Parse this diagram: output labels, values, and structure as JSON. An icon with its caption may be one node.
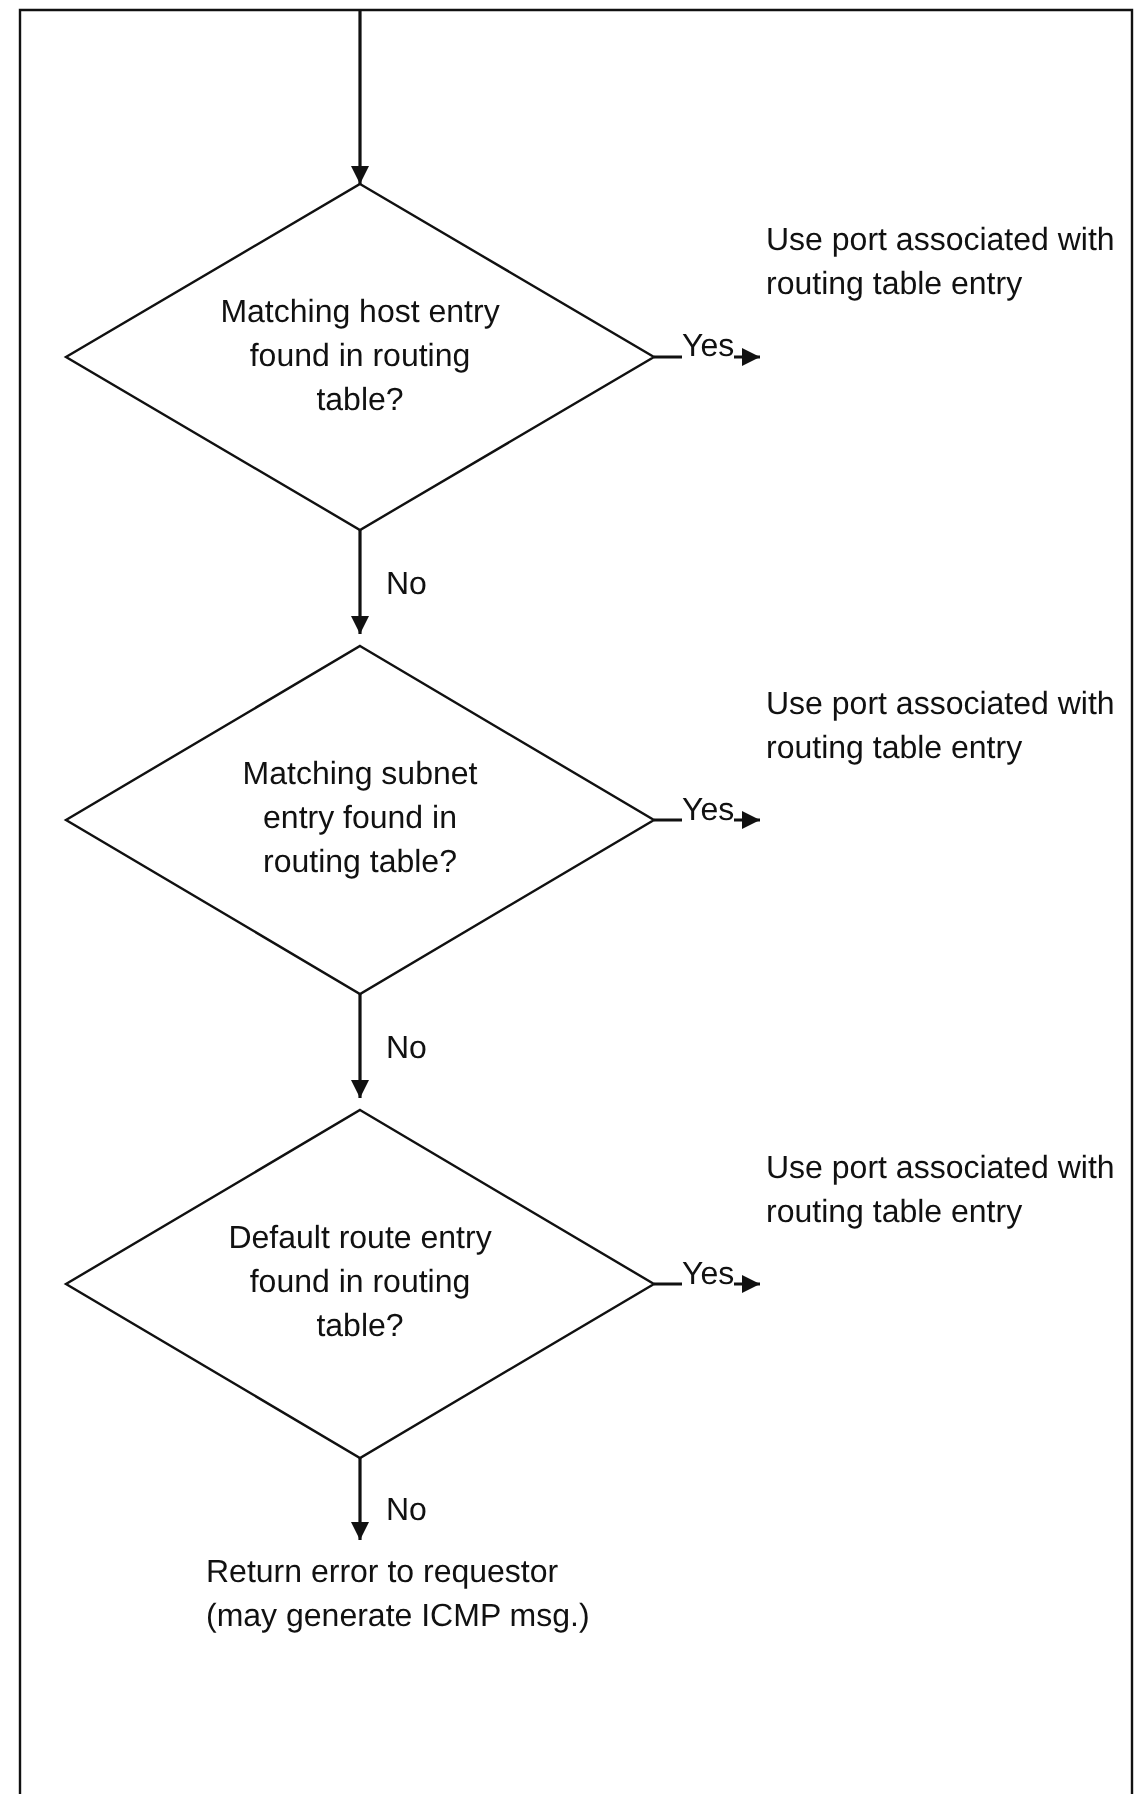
{
  "diagram": {
    "nodes": [
      {
        "text": [
          "Matching host entry found in routing table?"
        ]
      },
      {
        "text": [
          "Use port associated with routing table entry"
        ]
      },
      {
        "text": [
          "Matching subnet entry found in routing table?"
        ]
      },
      {
        "text": [
          "Use port associated with routing table entry"
        ]
      },
      {
        "text": [
          "Default route entry found in routing table?"
        ]
      },
      {
        "text": [
          "Use port associated with routing table entry"
        ]
      },
      {
        "text": [
          "Return error to requestor (may generate ICMP msg.)"
        ]
      }
    ],
    "edges": [
      {
        "from": null,
        "to": 0,
        "arrow": "to"
      },
      {
        "from": 0,
        "to": 1,
        "arrow": "to",
        "label": "Yes"
      },
      {
        "from": 0,
        "to": 2,
        "arrow": "to",
        "label": "No"
      },
      {
        "from": 2,
        "to": 3,
        "arrow": "to",
        "label": "Yes"
      },
      {
        "from": 2,
        "to": 4,
        "arrow": "to",
        "label": "No"
      },
      {
        "from": 4,
        "to": 5,
        "arrow": "to",
        "label": "Yes"
      },
      {
        "from": 4,
        "to": 6,
        "arrow": "to",
        "label": "No"
      }
    ]
  }
}
